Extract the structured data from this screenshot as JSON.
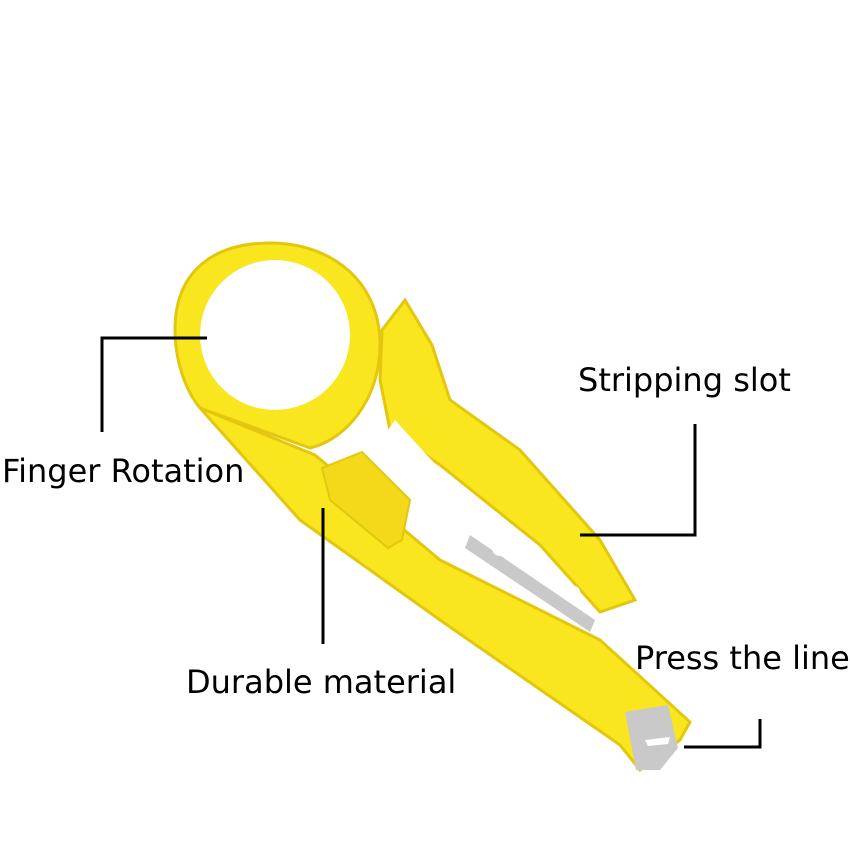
{
  "labels": {
    "finger_rotation": "Finger Rotation",
    "stripping_slot": "Stripping slot",
    "durable_material": "Durable material",
    "press_the_line": "Press the line"
  },
  "colors": {
    "tool_body": "#f9e61e",
    "tool_shadow": "#e3c70e",
    "blade": "#c9c9c9",
    "leader_line": "#000000",
    "background": "#ffffff"
  },
  "subject": "yellow-wire-stripper-punch-down-tool"
}
